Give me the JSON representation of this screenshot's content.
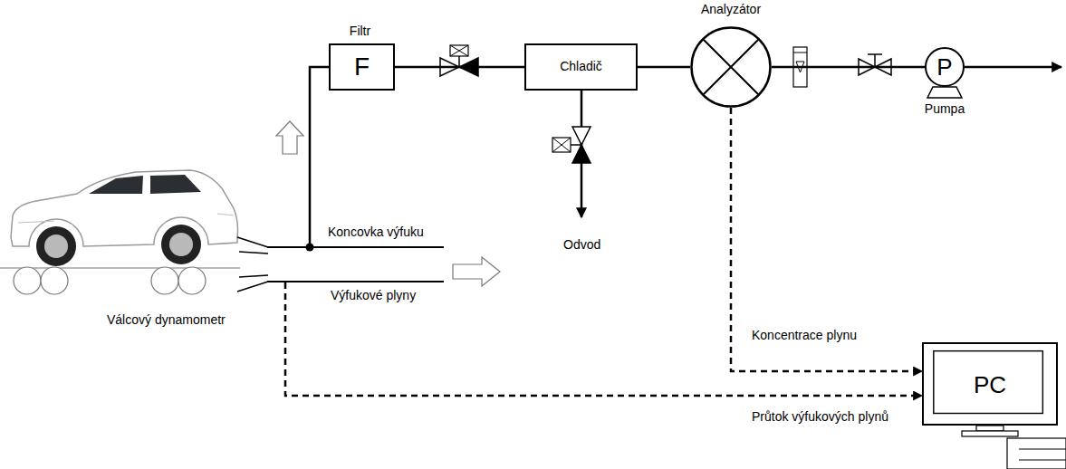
{
  "diagram": {
    "nodes": [
      {
        "text": [
          "Filtr",
          "F"
        ]
      },
      {
        "text": [
          "Chladič"
        ]
      },
      {
        "text": [
          "Analyzátor"
        ]
      },
      {
        "text": [
          "P",
          "Pumpa"
        ]
      },
      {
        "text": [
          "Koncovka výfuku"
        ]
      },
      {
        "text": [
          "PC"
        ]
      }
    ],
    "edges": [
      {
        "from": 4,
        "to": 0,
        "arrow": "none"
      },
      {
        "from": 0,
        "to": 1,
        "arrow": "none"
      },
      {
        "from": 1,
        "to": 2,
        "arrow": "none"
      },
      {
        "from": 2,
        "to": 3,
        "arrow": "none"
      },
      {
        "from": 2,
        "to": 5,
        "label": "Koncentrace plynu",
        "arrow": "to"
      },
      {
        "from": 4,
        "to": 5,
        "label": "Průtok výfukových plynů",
        "arrow": "to"
      }
    ],
    "labels": [
      "Odvod",
      "Výfukové plyny",
      "Válcový dynamometr"
    ]
  }
}
